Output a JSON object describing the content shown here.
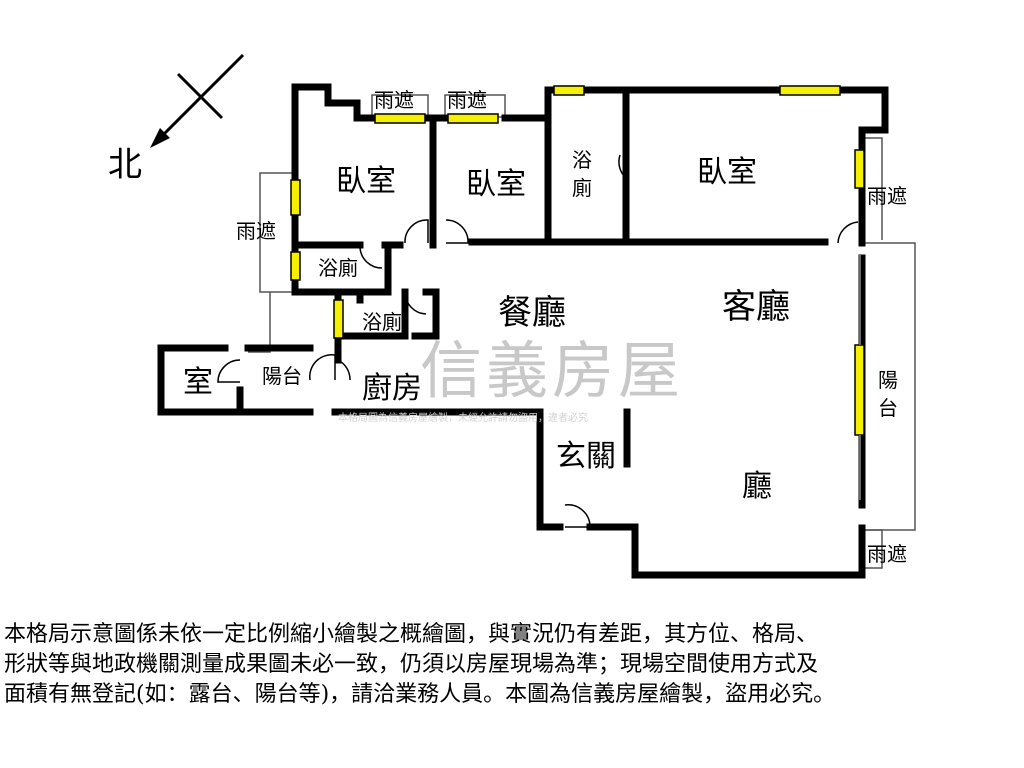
{
  "compass": {
    "north_label": "北"
  },
  "rooms": {
    "bedroom_1": "臥室",
    "bedroom_2": "臥室",
    "bedroom_master": "臥室",
    "bath_master": "浴\n廁",
    "bath_1": "浴廁",
    "bath_2": "浴廁",
    "dining": "餐廳",
    "living": "客廳",
    "kitchen": "廚房",
    "entrance": "玄關",
    "hall": "廳",
    "small_room": "室",
    "balcony_small": "陽台",
    "balcony_east": "陽\n台",
    "canopy_1": "雨遮",
    "canopy_2": "雨遮",
    "canopy_west": "雨遮",
    "canopy_east": "雨遮",
    "canopy_southeast": "雨遮"
  },
  "watermark": {
    "brand": "信義房屋",
    "notice": "本格局圖為信義房屋繪製，未經允許請勿盜用，違者必究"
  },
  "disclaimer": {
    "lines": [
      "本格局示意圖係未依一定比例縮小繪製之概繪圖，與實況仍有差距，其方位、格局、",
      "形狀等與地政機關測量成果圖未必一致，仍須以房屋現場為準；現場空間使用方式及",
      "面積有無登記(如：露台、陽台等)，請洽業務人員。本圖為信義房屋繪製，盜用必究。"
    ]
  },
  "colors": {
    "wall": "#000000",
    "window": "#f5f000",
    "watermark": "#c8c8c8"
  }
}
